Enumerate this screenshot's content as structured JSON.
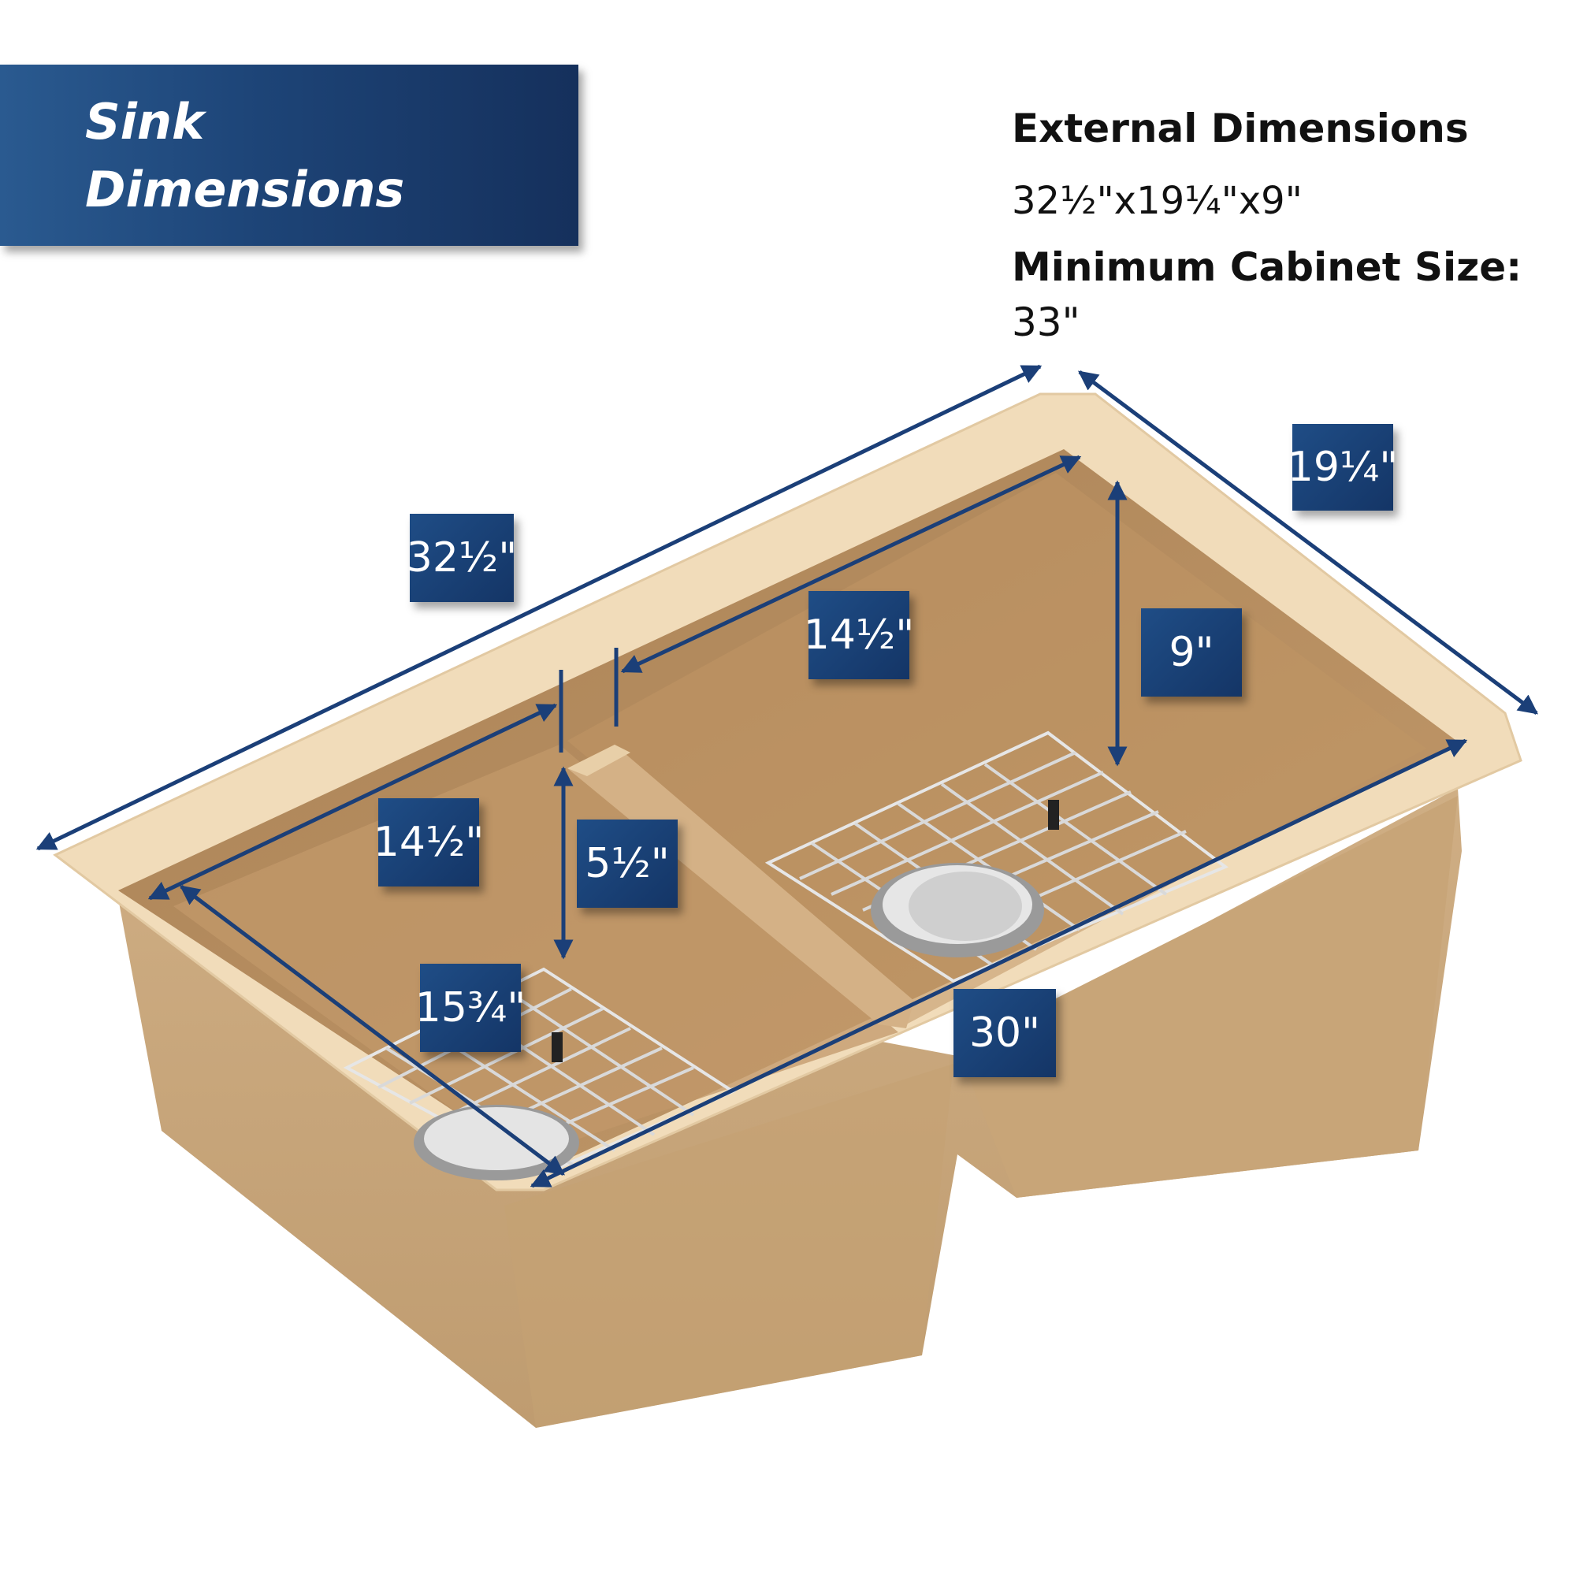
{
  "banner": {
    "line1": "Sink",
    "line2": "Dimensions"
  },
  "external": {
    "heading": "External Dimensions",
    "size": "32½\"x19¼\"x9\"",
    "cabinet_label": "Minimum Cabinet Size:",
    "cabinet_value": "33\""
  },
  "dimensions": {
    "overall_length": "32½\"",
    "overall_width": "19¼\"",
    "right_bowl_length": "14½\"",
    "depth": "9\"",
    "left_bowl_length": "14½\"",
    "divider_height": "5½\"",
    "left_bowl_width": "15¾\"",
    "inner_length": "30\""
  },
  "colors": {
    "banner": "#1d4477",
    "arrow": "#1b3f78",
    "sink_body": "#c9a77c",
    "sink_rim": "#f1dcba",
    "bowl_interior": "#b88e60"
  }
}
